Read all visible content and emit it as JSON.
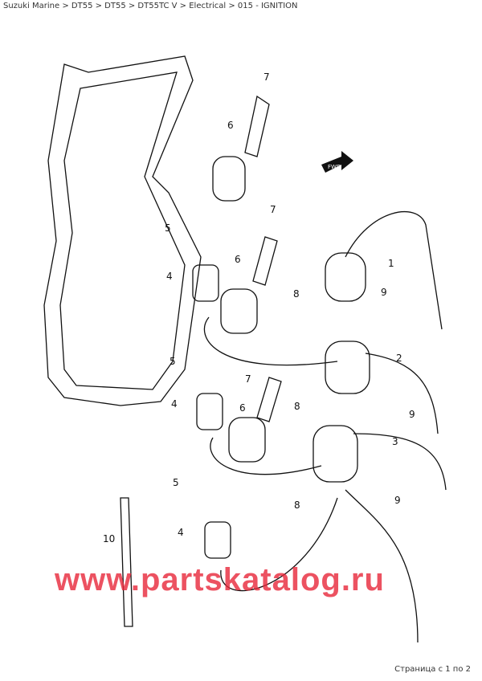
{
  "breadcrumb": "Suzuki Marine > DT55 > DT55 > DT55TC V > Electrical > 015 - IGNITION",
  "footer": "Страница с 1 по 2",
  "watermark": "www.partskatalog.ru",
  "fwd_label": "FWD",
  "callouts": [
    "7",
    "6",
    "5",
    "4",
    "6",
    "7",
    "1",
    "8",
    "9",
    "5",
    "2",
    "7",
    "4",
    "8",
    "6",
    "9",
    "3",
    "5",
    "9",
    "8",
    "10",
    "4"
  ]
}
